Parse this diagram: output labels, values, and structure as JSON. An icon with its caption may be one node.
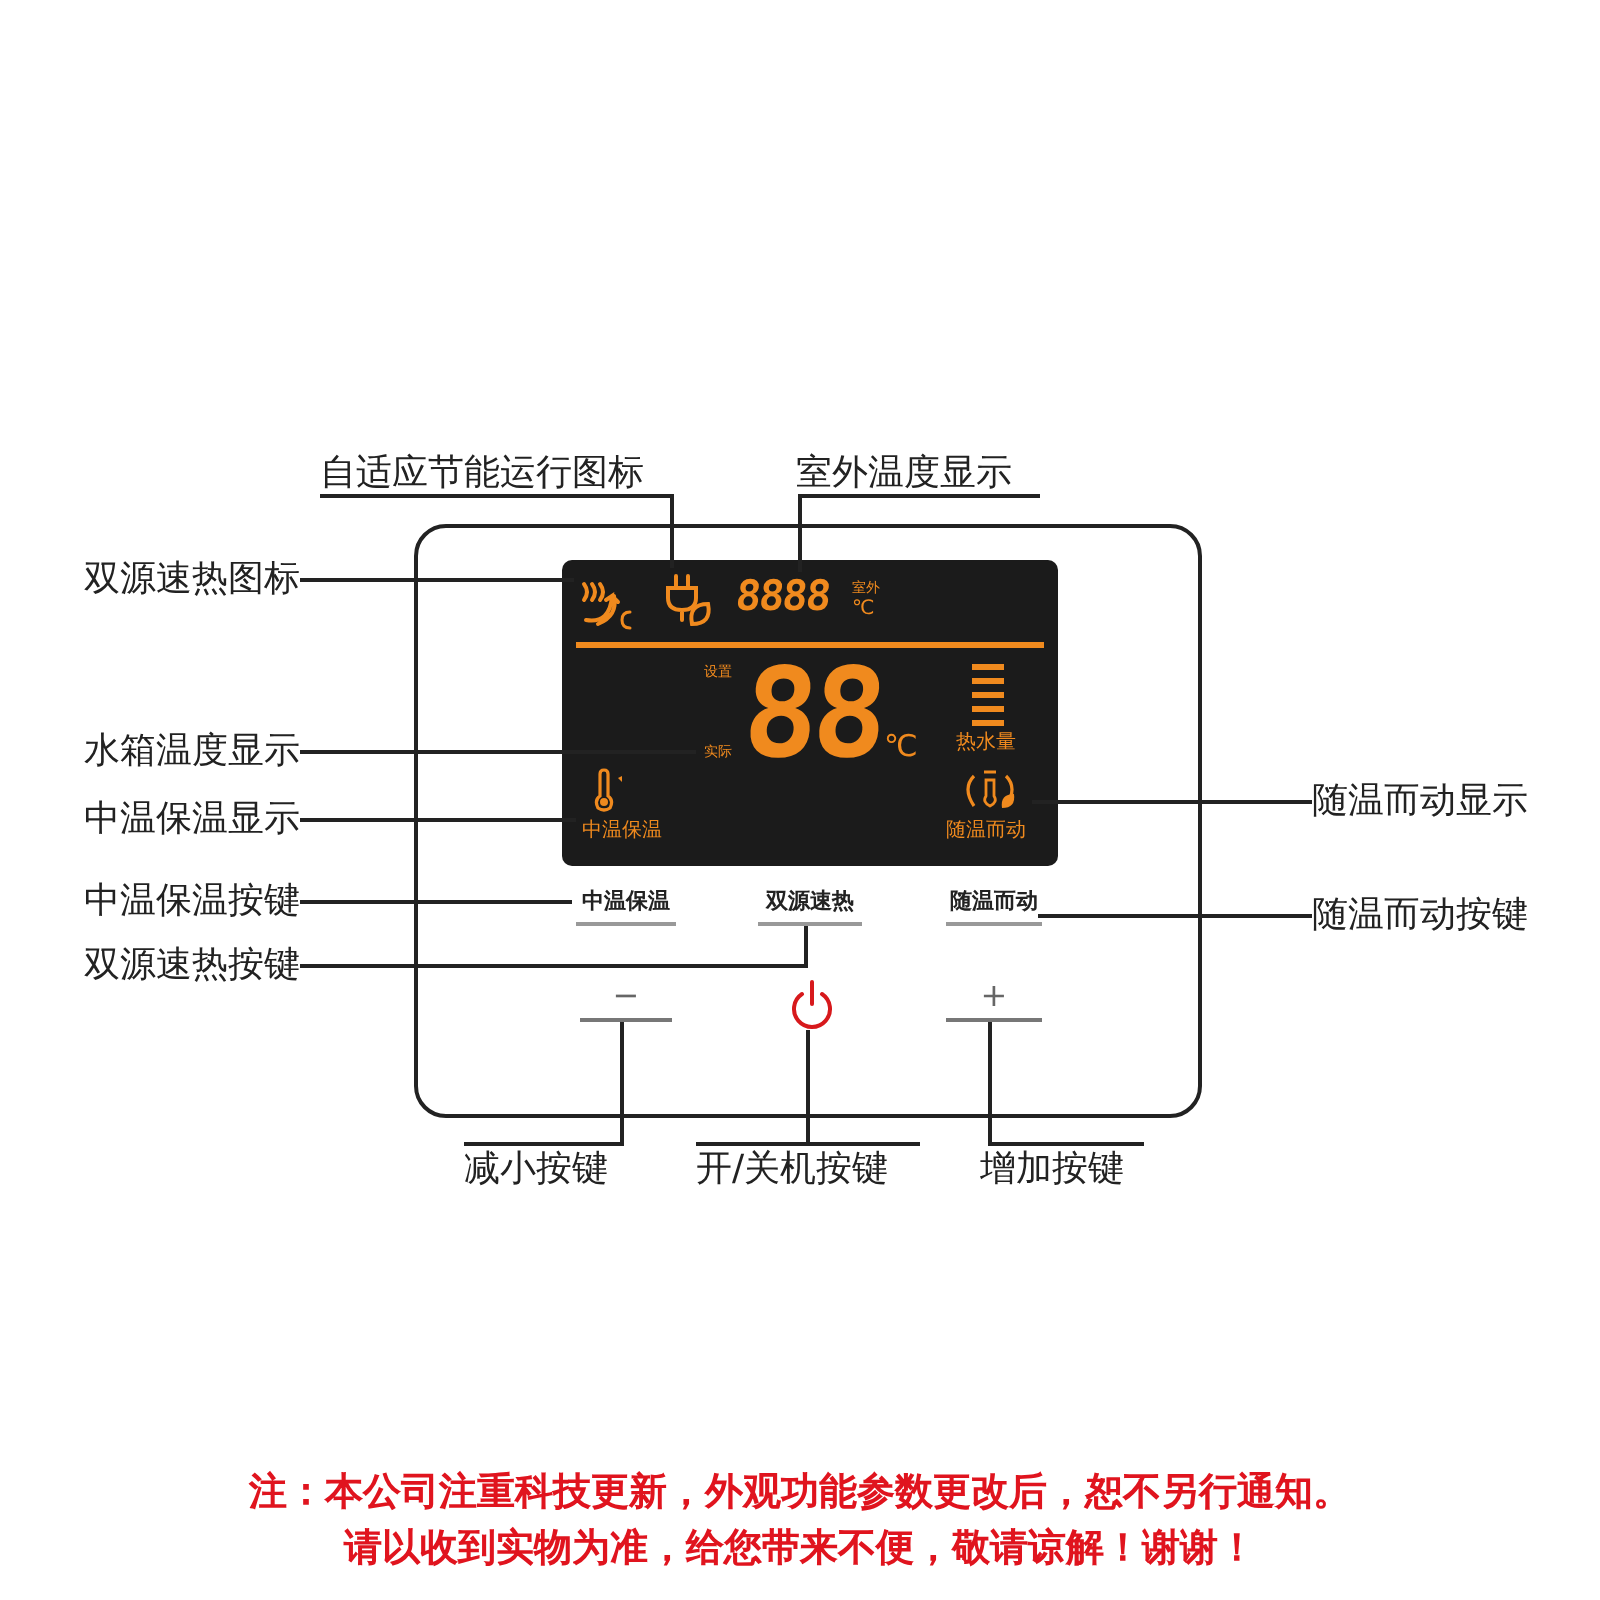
{
  "diagram": {
    "nodes": [
      {
        "text": [
          "自适应节能运行图标"
        ]
      },
      {
        "text": [
          "室外温度显示"
        ]
      },
      {
        "text": [
          "双源速热图标"
        ]
      },
      {
        "text": [
          "水箱温度显示"
        ]
      },
      {
        "text": [
          "中温保温显示"
        ]
      },
      {
        "text": [
          "中温保温按键"
        ]
      },
      {
        "text": [
          "双源速热按键"
        ]
      },
      {
        "text": [
          "随温而动显示"
        ]
      },
      {
        "text": [
          "随温而动按键"
        ]
      },
      {
        "text": [
          "减小按键"
        ]
      },
      {
        "text": [
          "开/关机按键"
        ]
      },
      {
        "text": [
          "增加按键"
        ]
      },
      {
        "text": [],
        "shape": "box"
      },
      {
        "text": [],
        "shape": "box",
        "in": 12
      },
      {
        "text": [],
        "shape": "icon",
        "in": 13
      },
      {
        "text": [],
        "shape": "icon",
        "in": 13
      },
      {
        "text": [
          "8888",
          "室外",
          "℃"
        ],
        "in": 13
      },
      {
        "text": [
          "设置",
          "实际",
          "88",
          "℃"
        ],
        "in": 13
      },
      {
        "text": [
          "中温保温"
        ],
        "in": 13
      },
      {
        "text": [
          "随温而动"
        ],
        "in": 13
      },
      {
        "text": [
          "中温保温"
        ],
        "in": 12
      },
      {
        "text": [
          "双源速热"
        ],
        "in": 12
      },
      {
        "text": [
          "随温而动"
        ],
        "in": 12
      },
      {
        "text": [
          "−"
        ],
        "in": 12
      },
      {
        "text": [],
        "shape": "icon",
        "in": 12
      },
      {
        "text": [
          "+"
        ],
        "in": 12
      }
    ],
    "edges": [
      {
        "from": 0,
        "to": 15,
        "arrow": "none"
      },
      {
        "from": 1,
        "to": 16,
        "arrow": "none"
      },
      {
        "from": 2,
        "to": 14,
        "arrow": "none"
      },
      {
        "from": 3,
        "to": 17,
        "arrow": "none"
      },
      {
        "from": 4,
        "to": 18,
        "arrow": "none"
      },
      {
        "from": 5,
        "to": 20,
        "arrow": "none"
      },
      {
        "from": 6,
        "to": 21,
        "arrow": "none"
      },
      {
        "from": 7,
        "to": 19,
        "arrow": "none"
      },
      {
        "from": 8,
        "to": 22,
        "arrow": "none"
      },
      {
        "from": 9,
        "to": 23,
        "arrow": "none"
      },
      {
        "from": 10,
        "to": 24,
        "arrow": "none"
      },
      {
        "from": 11,
        "to": 25,
        "arrow": "none"
      }
    ],
    "labels": [
      "热水量",
      "注：本公司注重科技更新，外观功能参数更改后，恕不另行通知。",
      "请以收到实物为准，给您带来不便，敬请谅解！谢谢！"
    ]
  }
}
